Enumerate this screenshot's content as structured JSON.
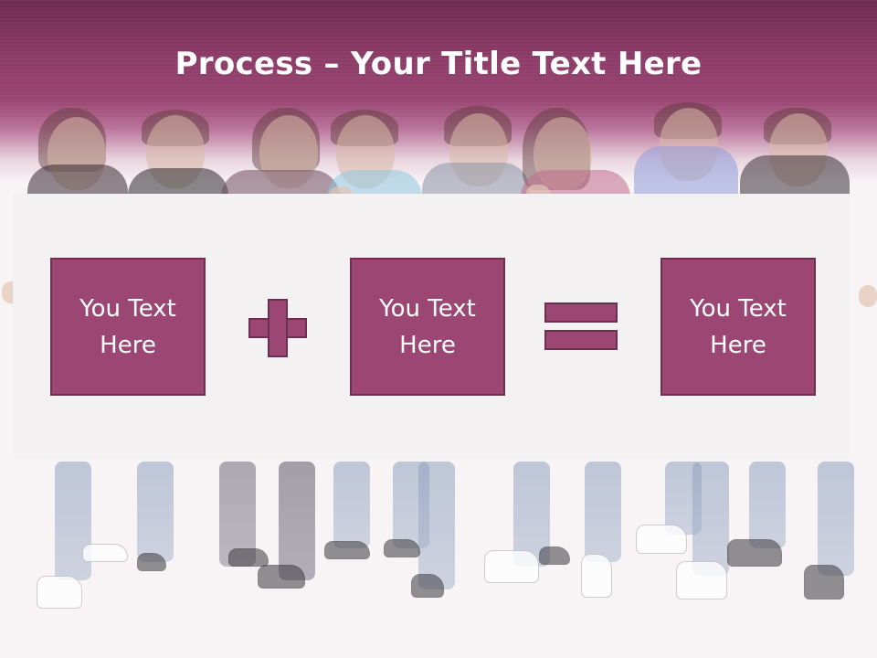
{
  "slide": {
    "title_bold": "Process",
    "title_rest": " – Your Title Text Here"
  },
  "process": {
    "boxes": [
      {
        "label": "You Text\nHere"
      },
      {
        "label": "You Text\nHere"
      },
      {
        "label": "You Text\nHere"
      }
    ],
    "operators": [
      "plus-icon",
      "equals-icon"
    ]
  },
  "colors": {
    "accent": "#9c4673",
    "accent_border": "#6b2f4f",
    "header_dark": "#6e2c52",
    "background": "#f8f4f6"
  }
}
